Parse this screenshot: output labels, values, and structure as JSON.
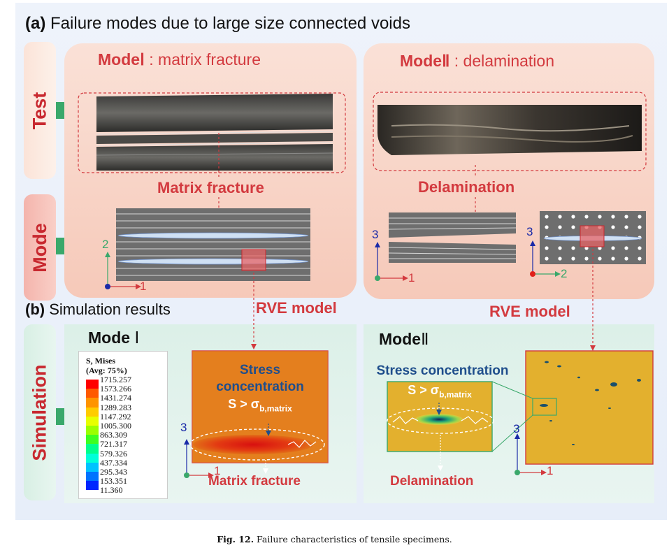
{
  "section_a": {
    "tag": "(a)",
    "text": "Failure modes due to large size connected voids"
  },
  "section_b": {
    "tag": "(b)",
    "text": "Simulation results"
  },
  "side_labels": {
    "test": "Test",
    "mode": "Mode",
    "simulation": "Simulation"
  },
  "mode1": {
    "prefix": "Mode",
    "numeral": "Ⅰ",
    "suffix": " : matrix fracture"
  },
  "mode2": {
    "prefix": "Mode",
    "numeral": "Ⅱ",
    "suffix": " : delamination"
  },
  "labels": {
    "matrix_fracture_bold": "Matrix fracture",
    "delamination_bold": "Delamination",
    "rve_model_1": "RVE model",
    "rve_model_2": "RVE model",
    "stress_concentration": "Stress concentration",
    "stress_line1": "Stress",
    "stress_line2": "concentration",
    "s_greater": "S > σ",
    "sigma_sub": "b,matrix",
    "matrix_fracture_sim": "Matrix fracture",
    "delamination_sim": "Delamination"
  },
  "sim_mode1": {
    "prefix": "Mode",
    "numeral": "Ⅰ"
  },
  "sim_mode2": {
    "prefix": "Mode",
    "numeral": "Ⅱ"
  },
  "axes": {
    "a1_v": "2",
    "a1_h": "1",
    "a2_v": "3",
    "a2_h": "1",
    "a3_v": "3",
    "a3_h": "2",
    "b1_v": "3",
    "b1_h": "1",
    "b2_v": "3",
    "b2_h": "1"
  },
  "legend": {
    "title1": "S, Mises",
    "title2": "(Avg: 75%)",
    "values": [
      "1715.257",
      "1573.266",
      "1431.274",
      "1289.283",
      "1147.292",
      "1005.300",
      "863.309",
      "721.317",
      "579.326",
      "437.334",
      "295.343",
      "153.351",
      "11.360"
    ],
    "colors": [
      "#ff0000",
      "#ff5a00",
      "#ff9400",
      "#ffcc00",
      "#e8ff00",
      "#9cff00",
      "#3dff21",
      "#00ff8c",
      "#00ffd9",
      "#00c3ff",
      "#0073ff",
      "#0026ff",
      "#0000ff"
    ]
  },
  "caption": {
    "label": "Fig. 12.",
    "text": "Failure characteristics of tensile specimens."
  },
  "colors": {
    "red": "#d33a3f",
    "blue": "#1f4e8c",
    "green": "#3aa86b",
    "panel_peach": "#f8d3c5",
    "panel_mint": "#dff1ea"
  }
}
